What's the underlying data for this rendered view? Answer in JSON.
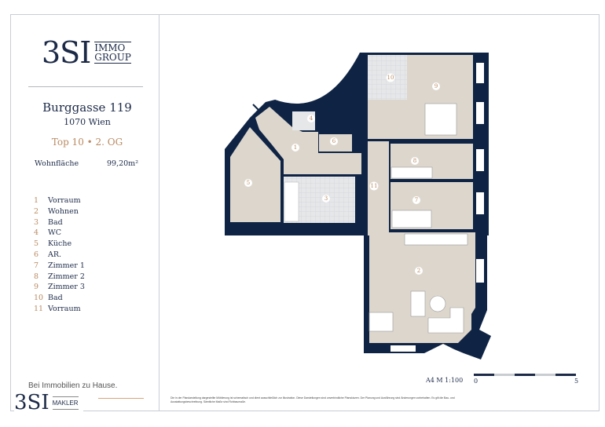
{
  "brand": {
    "logo_main": "3SI",
    "logo_sub_1": "IMMO",
    "logo_sub_2": "GROUP",
    "slogan": "Bei Immobilien zu Hause.",
    "makler_main": "3SI",
    "makler_sub": "MAKLER"
  },
  "property": {
    "street": "Burggasse 119",
    "city": "1070 Wien",
    "unit": "Top 10 • 2. OG",
    "area_label": "Wohnfläche",
    "area_value": "99,20m²"
  },
  "rooms": [
    {
      "num": "1",
      "name": "Vorraum"
    },
    {
      "num": "2",
      "name": "Wohnen"
    },
    {
      "num": "3",
      "name": "Bad"
    },
    {
      "num": "4",
      "name": "WC"
    },
    {
      "num": "5",
      "name": "Küche"
    },
    {
      "num": "6",
      "name": "AR."
    },
    {
      "num": "7",
      "name": "Zimmer 1"
    },
    {
      "num": "8",
      "name": "Zimmer 2"
    },
    {
      "num": "9",
      "name": "Zimmer 3"
    },
    {
      "num": "10",
      "name": "Bad"
    },
    {
      "num": "11",
      "name": "Vorraum"
    }
  ],
  "scale": {
    "label": "A4  M 1:100",
    "min": "0",
    "max": "5"
  },
  "disclaimer": "Die in der Plandarstellung dargestellte Möblierung ist schematisch und dient ausschließlich zur Illustration. Diese Darstellungen sind unverbindliche Planskizzen. Der Planung und Ausführung sind Änderungen vorbehalten. Es gilt die Bau- und Ausstattungsbeschreibung. Sämtliche Maße sind Rohbaumaße.",
  "colors": {
    "navy": "#0f2444",
    "floor": "#ddd6cd",
    "accent": "#b98a62",
    "tile": "#e6e7e9"
  }
}
